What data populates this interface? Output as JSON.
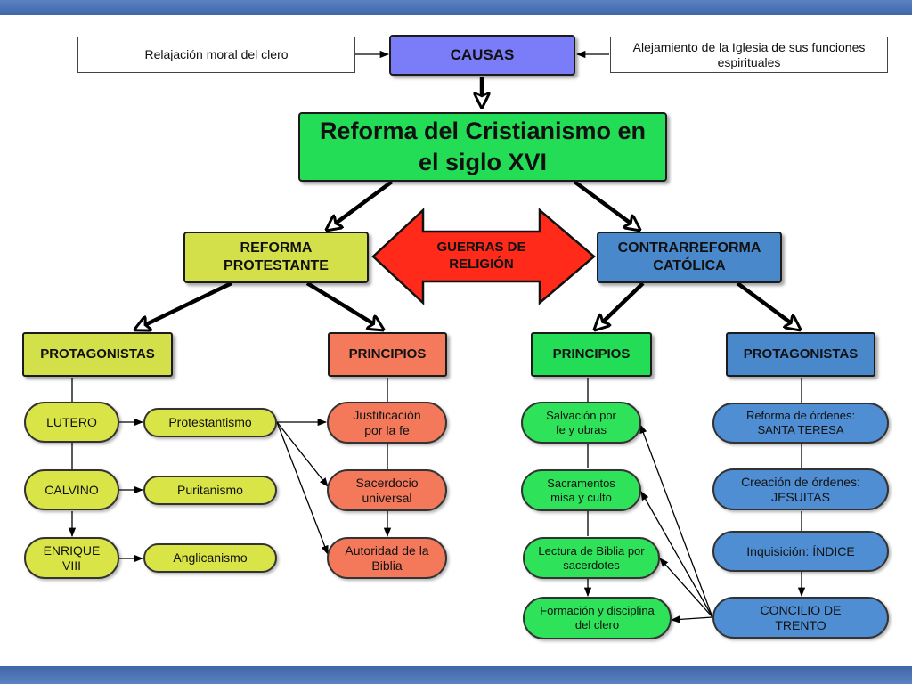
{
  "causas": "CAUSAS",
  "cause_left": "Relajación moral del clero",
  "cause_right": "Alejamiento de la Iglesia de sus funciones espirituales",
  "main_title": "Reforma del Cristianismo en el siglo XVI",
  "reforma_protestante": "REFORMA PROTESTANTE",
  "guerras": "GUERRAS DE RELIGIÓN",
  "contrarreforma": "CONTRARREFORMA CATÓLICA",
  "left": {
    "protagonistas": "PROTAGONISTAS",
    "principios": "PRINCIPIOS",
    "people": [
      "LUTERO",
      "CALVINO",
      "ENRIQUE VIII"
    ],
    "movements": [
      "Protestantismo",
      "Puritanismo",
      "Anglicanismo"
    ],
    "principles": [
      "Justificación por la fe",
      "Sacerdocio universal",
      "Autoridad de la Biblia"
    ]
  },
  "right": {
    "principios": "PRINCIPIOS",
    "protagonistas": "PROTAGONISTAS",
    "principles": [
      "Salvación por fe y obras",
      "Sacramentos misa y culto",
      "Lectura de Biblia por sacerdotes",
      "Formación y disciplina del clero"
    ],
    "protagonists": [
      "Reforma de órdenes: SANTA TERESA",
      "Creación de órdenes: JESUITAS",
      "Inquisición: ÍNDICE",
      "CONCILIO DE TRENTO"
    ]
  },
  "colors": {
    "green": "#22dd55",
    "yellow": "#d4e04a",
    "blue": "#4a88cc",
    "salmon": "#f57a5c",
    "lavender": "#7b7cf7",
    "red": "#ff2a1a",
    "band": "#4b73b4"
  }
}
